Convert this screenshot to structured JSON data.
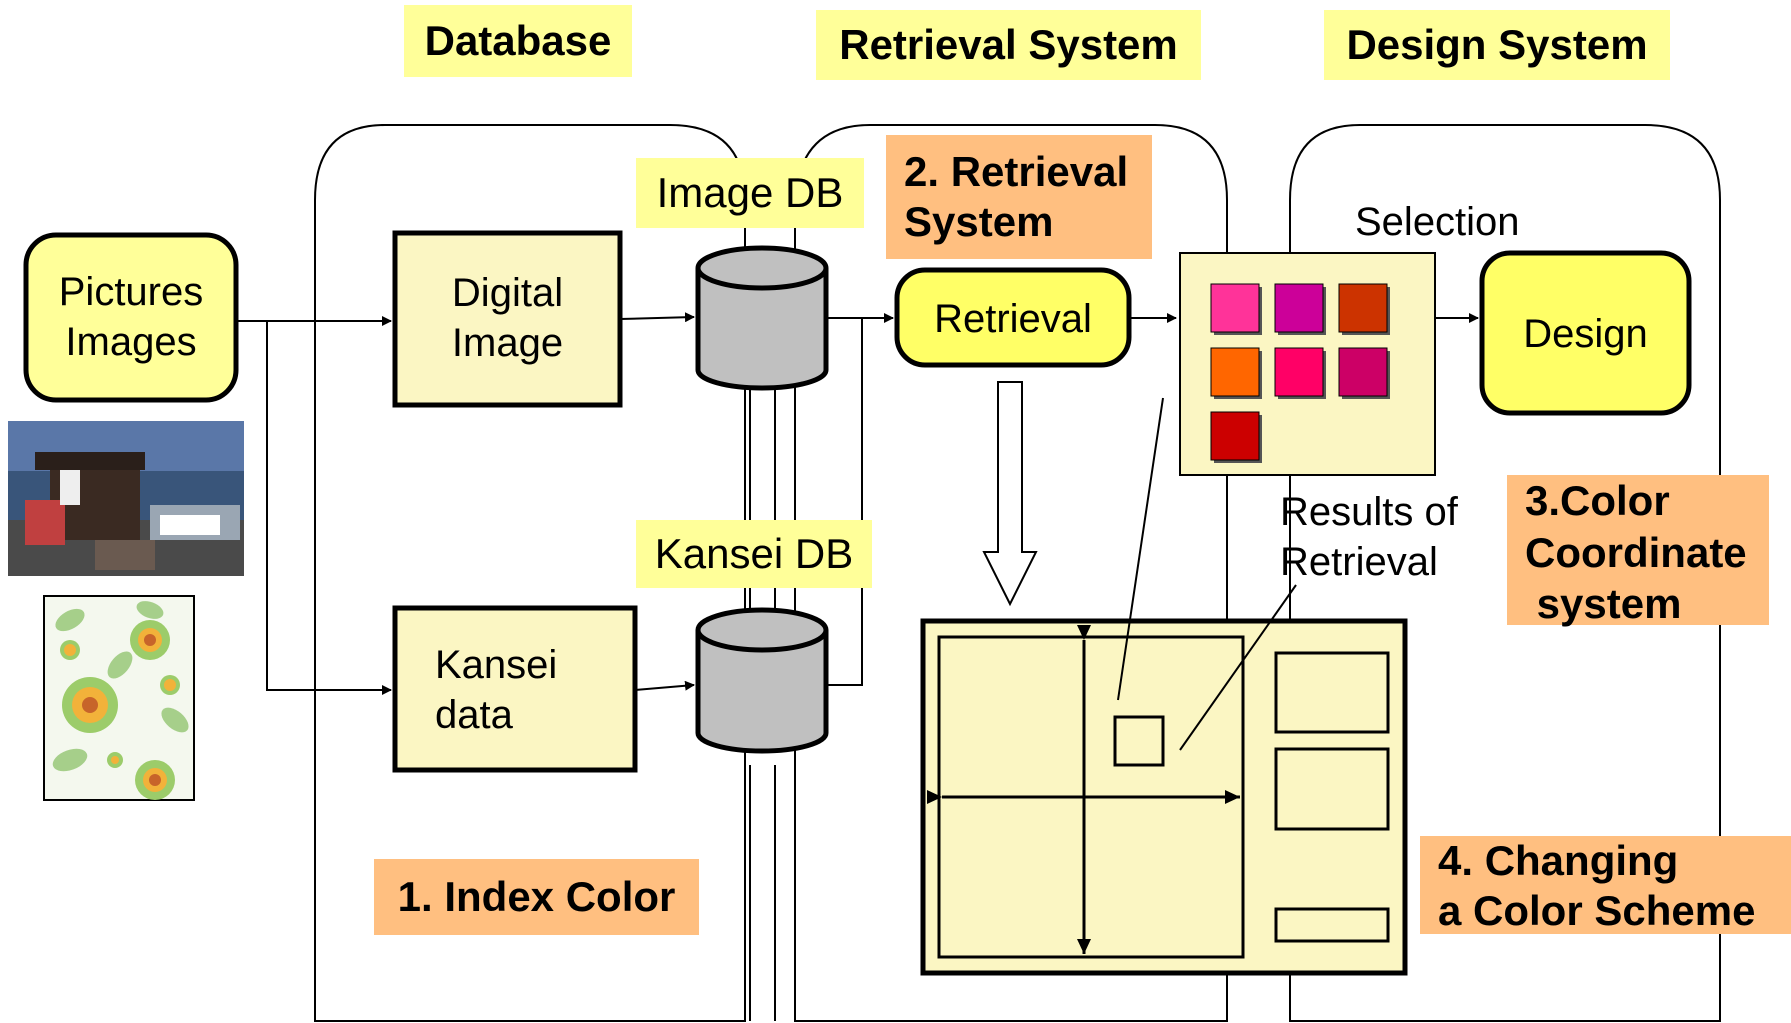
{
  "headers": {
    "database": "Database",
    "retrieval_system": "Retrieval System",
    "design_system": "Design System"
  },
  "nodes": {
    "pictures_images": "Pictures\nImages",
    "digital_image": "Digital\nImage",
    "kansei_data": "Kansei\ndata",
    "image_db": "Image DB",
    "kansei_db": "Kansei DB",
    "retrieval": "Retrieval",
    "design": "Design",
    "selection": "Selection",
    "results_of_retrieval": "Results of\nRetrieval"
  },
  "steps": {
    "step1": "1. Index Color",
    "step2": "2. Retrieval\nSystem",
    "step3": "3.Color\nCoordinate\n system",
    "step4": "4. Changing\na Color Scheme"
  },
  "swatches": [
    "#ff3399",
    "#cc0099",
    "#cc3300",
    "#ff6600",
    "#ff0066",
    "#cc0066",
    "#cc0000"
  ],
  "colors": {
    "header_bg": "#ffff99",
    "step_bg": "#ffbf80",
    "node_fill": "#fbf6c3",
    "bright_node_fill": "#ffff66",
    "cylinder_fill": "#c0c0c0"
  }
}
